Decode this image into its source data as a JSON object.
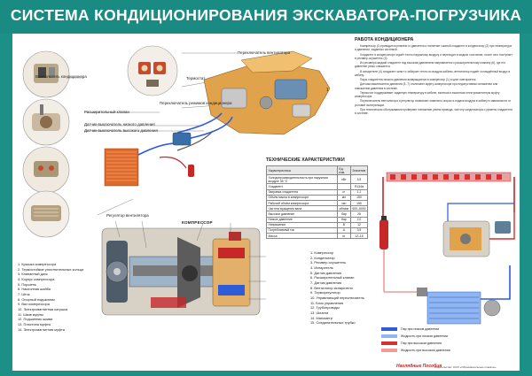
{
  "title": "СИСТЕМА КОНДИЦИОНИРОВАНИЯ ЭКСКАВАТОРА-ПОГРУЗЧИКА",
  "callouts": {
    "fan_switch": "Переключатель вентилятора",
    "ac_switch": "Выключатель кондиционера",
    "thermostat": "Термостат",
    "mode_switch": "Переключатель режимов кондиционера",
    "exp_valve": "Расширительный клапан",
    "low_sensor": "Датчик-выключатель низкого давления",
    "high_sensor": "Датчик-выключатель высокого давления",
    "fan_reg": "Регулятор вентилятора",
    "compressor_heading": "КОМПРЕССОР",
    "part_1": "1"
  },
  "work": {
    "heading": "РАБОТА КОНДИЦИОНЕРА",
    "paragraphs": [
      "Компрессор (1) приводится ремнём от двигателя и нагнетает сжатый хладагент в конденсатор (2) при температуре и давлении, заданных системой.",
      "Хладагент в конденсаторе отдаёт тепло наружному воздуху и переходит в жидкое состояние, после чего поступает в ресивер-осушитель (3).",
      "Из ресивера жидкий хладагент под высоким давлением направляется к расширительному клапану (6), где его давление резко снижается.",
      "В испарителе (4) хладагент кипит и забирает тепло из воздуха кабины, вентилятор подаёт охлаждённый воздух в кабину.",
      "Пары хладагента низкого давления возвращаются в компрессор (1) и цикл повторяется.",
      "Датчики-выключатели давления (5, 7) отключают муфту компрессора при недопустимом понижении или повышении давления в системе.",
      "Термостат поддерживает заданную температуру в кабине, включая и выключая электромагнитную муфту компрессора.",
      "Переключатель вентилятора и регулятор позволяют изменять скорость подачи воздуха в кабину в зависимости от условий эксплуатации.",
      "При техническом обслуживании проверяют натяжение ремня привода, чистоту конденсатора и уровень хладагента в системе."
    ]
  },
  "specs": {
    "heading": "ТЕХНИЧЕСКИЕ ХАРАКТЕРИСТИКИ",
    "col_name": "Характеристика",
    "col_unit": "Ед. изм.",
    "col_value": "Значение",
    "rows": [
      {
        "name": "Холодопроизводительность при наружном воздухе 35 °С",
        "unit": "кВт",
        "value": "5,5"
      },
      {
        "name": "Хладагент",
        "unit": "",
        "value": "R134a"
      },
      {
        "name": "Заправка хладагента",
        "unit": "кг",
        "value": "1,1"
      },
      {
        "name": "Объём масла в компрессоре",
        "unit": "мл",
        "value": "150"
      },
      {
        "name": "Рабочий объём компрессора",
        "unit": "см³",
        "value": "155"
      },
      {
        "name": "Частота вращения вала",
        "unit": "об/мин",
        "value": "600–6000"
      },
      {
        "name": "Высокое давление",
        "unit": "бар",
        "value": "28"
      },
      {
        "name": "Низкое давление",
        "unit": "бар",
        "value": "2,0"
      },
      {
        "name": "Напряжение",
        "unit": "В",
        "value": "12"
      },
      {
        "name": "Потребляемый ток",
        "unit": "А",
        "value": "3,5"
      },
      {
        "name": "Масса",
        "unit": "кг",
        "value": "12–15"
      }
    ]
  },
  "compressor_parts": [
    "1. Крышка компрессора",
    "2. Термостойкие уплотнительные кольца",
    "3. Клапанный диск",
    "4. Корпус компрессора",
    "5. Поршень",
    "6. Наклонная шайба",
    "7. Шток",
    "8. Опорный подшипник",
    "9. Вал компрессора",
    "10. Электромагнитная катушка",
    "11. Шкив муфты",
    "12. Подшипник шкива",
    "13. Пластина муфты",
    "14. Электромагнитная муфта"
  ],
  "system_parts": [
    "1. Компрессор",
    "2. Конденсатор",
    "3. Ресивер-осушитель",
    "4. Испаритель",
    "5. Датчик давления",
    "6. Расширительный клапан",
    "7. Датчик давления",
    "8. Вентилятор испарителя",
    "9. Терморегулятор",
    "10. Управляющий переключатель",
    "11. Блок управления",
    "12. Трубопроводы",
    "13. Шланги",
    "14. Манометр",
    "15. Соединительные трубки"
  ],
  "legend": [
    {
      "label": "Пар при низком давлении",
      "color": "#2f5bd6"
    },
    {
      "label": "Жидкость при низком давлении",
      "color": "#8fb6ee"
    },
    {
      "label": "Пар при высоком давлении",
      "color": "#d63030"
    },
    {
      "label": "Жидкость при высоком давлении",
      "color": "#f09a9a"
    }
  ],
  "logo": "Наглядные Пособия",
  "footer": "Издательство: ООО «Образовательные плакаты»",
  "colors": {
    "teal": "#1c8f86",
    "red": "#d63030",
    "blue": "#2f5bd6",
    "engine": "#e0a24a"
  }
}
